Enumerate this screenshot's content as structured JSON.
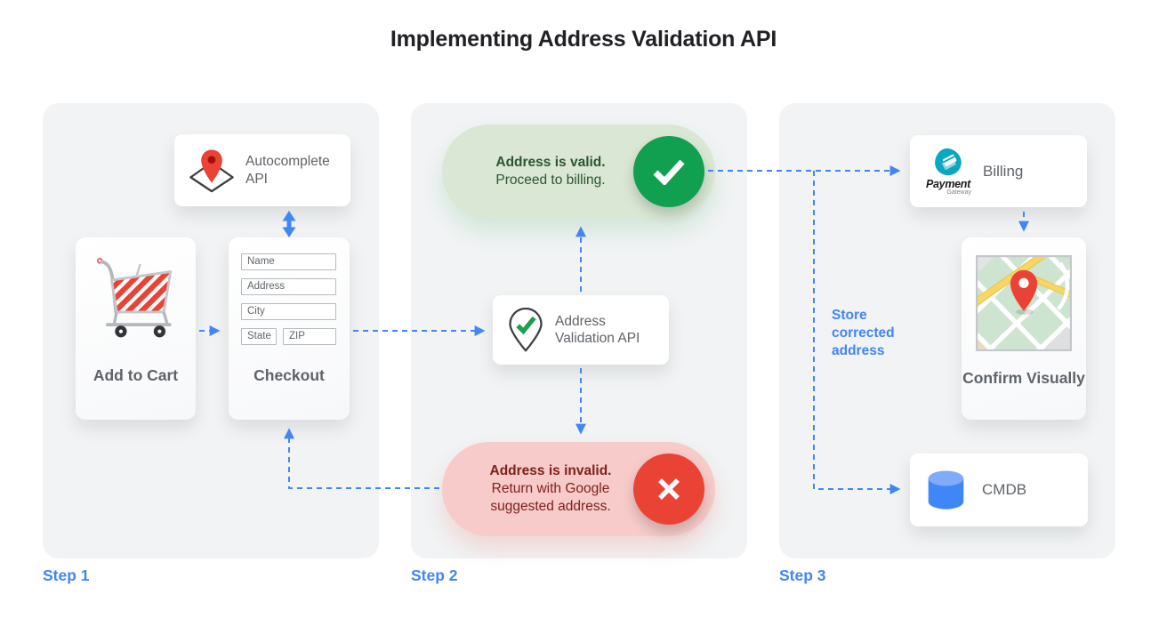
{
  "title": "Implementing Address Validation API",
  "colors": {
    "accent_blue": "#4285f4",
    "panel_bg": "#f1f3f4",
    "card_text": "#5f6368",
    "title_text": "#202124",
    "green_circle": "#10a04f",
    "valid_pill_bg": "#d9e7d4",
    "valid_text": "#2b5531",
    "red_circle": "#ea4335",
    "invalid_pill_bg": "#f6cbc9",
    "invalid_text": "#7e211a",
    "pin_red": "#ea4335",
    "check_green": "#1ba04b",
    "payment_teal": "#0aa6c2",
    "db_blue": "#3f86f6",
    "db_blue_light": "#7fabf8"
  },
  "step1": {
    "label": "Step 1",
    "autocomplete_card": {
      "label": "Autocomplete API",
      "icon": "map-pin-diamond-icon"
    },
    "add_to_cart_card": {
      "label": "Add to Cart",
      "icon": "shopping-cart-icon"
    },
    "checkout_card": {
      "label": "Checkout",
      "fields": [
        "Name",
        "Address",
        "City",
        "State",
        "ZIP"
      ]
    }
  },
  "step2": {
    "label": "Step 2",
    "validation_card": {
      "label": "Address Validation API",
      "icon": "map-pin-check-icon"
    },
    "valid_pill": {
      "title": "Address is valid.",
      "subtitle": "Proceed to billing.",
      "icon": "check-icon"
    },
    "invalid_pill": {
      "title": "Address is invalid.",
      "subtitle": "Return with Google suggested address.",
      "icon": "x-icon"
    }
  },
  "step3": {
    "label": "Step 3",
    "billing_card": {
      "label": "Billing",
      "logo_title": "Payment",
      "logo_subtitle": "Gateway",
      "icon": "payment-gateway-logo"
    },
    "confirm_card": {
      "label": "Confirm Visually",
      "icon": "map-thumbnail"
    },
    "cmdb_card": {
      "label": "CMDB",
      "icon": "database-icon"
    },
    "store_note": "Store corrected address"
  }
}
